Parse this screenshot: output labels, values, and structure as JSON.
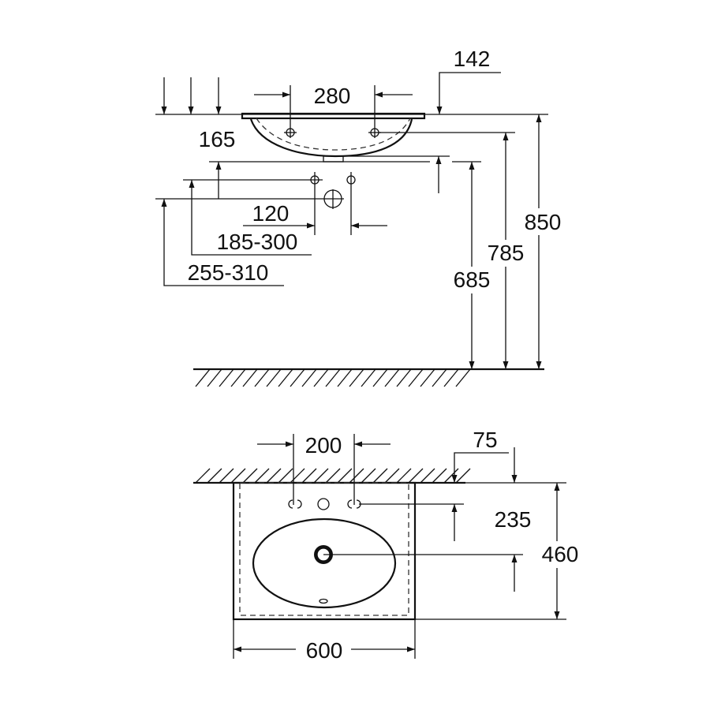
{
  "side_view": {
    "dim_overhang": "142",
    "dim_tap_spacing": "280",
    "dim_basin_depth": "165",
    "dim_outlet_spacing": "120",
    "dim_supply_height": "185-300",
    "dim_waste_height": "255-310",
    "dim_underside_height": "685",
    "dim_tap_height": "785",
    "dim_rim_height": "850"
  },
  "top_view": {
    "dim_tap_spacing": "200",
    "dim_wall_offset": "75",
    "dim_tap_depth": "235",
    "dim_depth": "460",
    "dim_width": "600"
  }
}
